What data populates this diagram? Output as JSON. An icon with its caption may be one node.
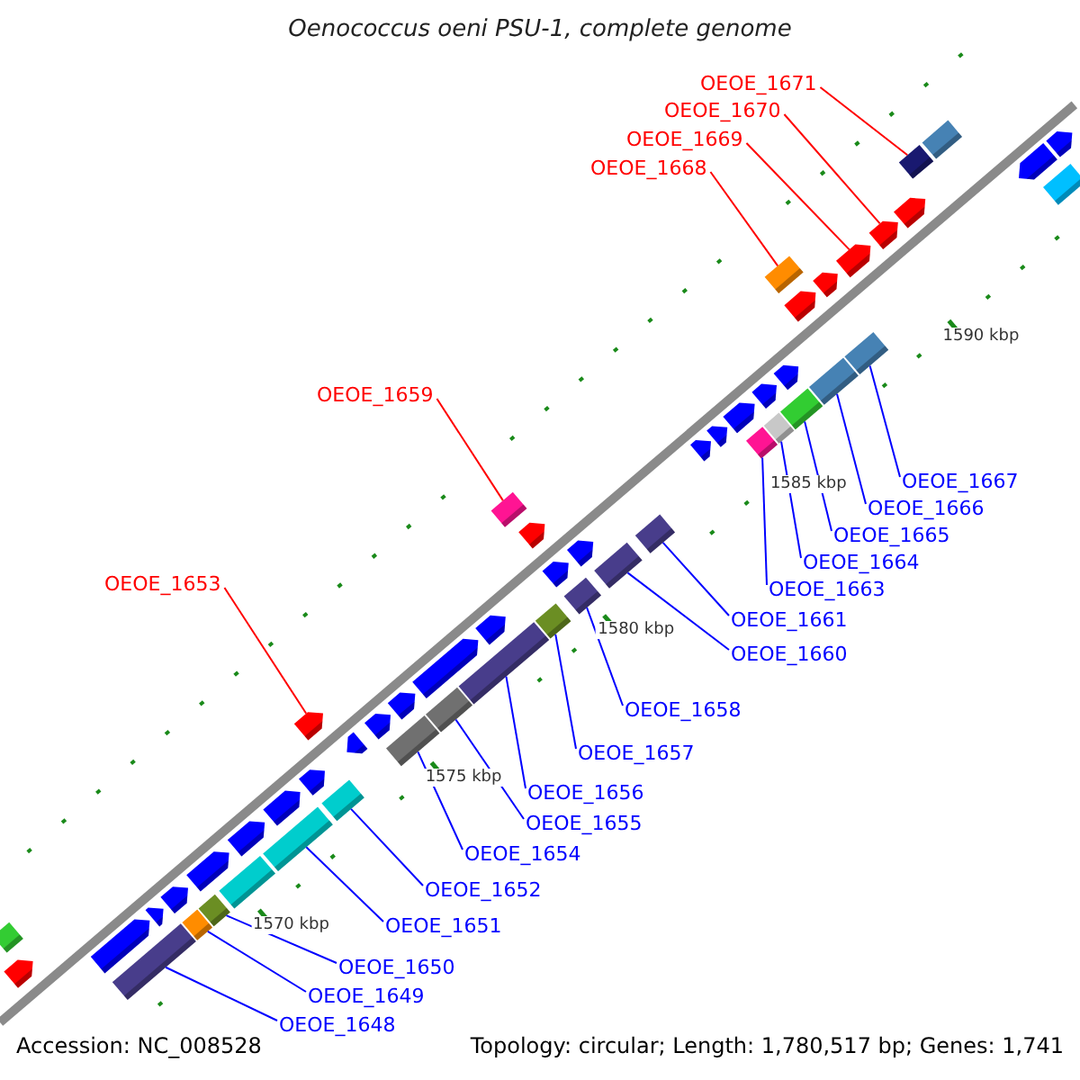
{
  "diagram": {
    "title": "Oenococcus oeni PSU-1, complete genome",
    "nodes": [
      {
        "text": [
          "OEOE_1648"
        ]
      },
      {
        "text": [
          "OEOE_1649"
        ]
      },
      {
        "text": [
          "OEOE_1650"
        ]
      },
      {
        "text": [
          "OEOE_1651"
        ]
      },
      {
        "text": [
          "OEOE_1652"
        ]
      },
      {
        "text": [
          "OEOE_1653"
        ]
      },
      {
        "text": [
          "OEOE_1654"
        ]
      },
      {
        "text": [
          "OEOE_1655"
        ]
      },
      {
        "text": [
          "OEOE_1656"
        ]
      },
      {
        "text": [
          "OEOE_1657"
        ]
      },
      {
        "text": [
          "OEOE_1658"
        ]
      },
      {
        "text": [
          "OEOE_1659"
        ]
      },
      {
        "text": [
          "OEOE_1660"
        ]
      },
      {
        "text": [
          "OEOE_1661"
        ]
      },
      {
        "text": [
          "OEOE_1663"
        ]
      },
      {
        "text": [
          "OEOE_1664"
        ]
      },
      {
        "text": [
          "OEOE_1665"
        ]
      },
      {
        "text": [
          "OEOE_1666"
        ]
      },
      {
        "text": [
          "OEOE_1667"
        ]
      },
      {
        "text": [
          "OEOE_1668"
        ]
      },
      {
        "text": [
          "OEOE_1669"
        ]
      },
      {
        "text": [
          "OEOE_1670"
        ]
      },
      {
        "text": [
          "OEOE_1671"
        ]
      },
      {
        "text": [],
        "shape": "arrow"
      },
      {
        "text": [],
        "shape": "bar"
      },
      {
        "text": [],
        "shape": "arrow"
      },
      {
        "text": [],
        "shape": "bar"
      },
      {
        "text": [],
        "shape": "arrow"
      },
      {
        "text": [],
        "shape": "bar"
      },
      {
        "text": [],
        "shape": "arrow"
      },
      {
        "text": [],
        "shape": "bar"
      },
      {
        "text": [],
        "shape": "arrow"
      },
      {
        "text": [],
        "shape": "bar"
      },
      {
        "text": [],
        "shape": "arrow"
      },
      {
        "text": [],
        "shape": "bar"
      },
      {
        "text": [],
        "shape": "arrow"
      },
      {
        "text": [],
        "shape": "arrow"
      },
      {
        "text": [],
        "shape": "bar"
      },
      {
        "text": [],
        "shape": "arrow"
      },
      {
        "text": [],
        "shape": "arrow"
      },
      {
        "text": [],
        "shape": "arrow"
      },
      {
        "text": [],
        "shape": "bar"
      },
      {
        "text": [],
        "shape": "arrow"
      },
      {
        "text": [],
        "shape": "bar"
      },
      {
        "text": [],
        "shape": "arrow"
      },
      {
        "text": [],
        "shape": "bar"
      },
      {
        "text": [],
        "shape": "arrow"
      },
      {
        "text": [],
        "shape": "bar"
      },
      {
        "text": [],
        "shape": "arrow"
      },
      {
        "text": [],
        "shape": "bar"
      },
      {
        "text": [],
        "shape": "bar"
      },
      {
        "text": [],
        "shape": "arrow"
      },
      {
        "text": [],
        "shape": "arrow"
      },
      {
        "text": [],
        "shape": "bar"
      },
      {
        "text": [],
        "shape": "bar"
      },
      {
        "text": [],
        "shape": "arrow"
      },
      {
        "text": [],
        "shape": "arrow"
      },
      {
        "text": [],
        "shape": "arrow"
      },
      {
        "text": [],
        "shape": "bar"
      },
      {
        "text": [],
        "shape": "bar"
      },
      {
        "text": [],
        "shape": "arrow"
      },
      {
        "text": [],
        "shape": "bar"
      },
      {
        "text": [],
        "shape": "arrow"
      },
      {
        "text": [],
        "shape": "bar"
      },
      {
        "text": [],
        "shape": "arrow"
      },
      {
        "text": [],
        "shape": "bar"
      },
      {
        "text": [],
        "shape": "bar"
      },
      {
        "text": [],
        "shape": "arrow"
      },
      {
        "text": [],
        "shape": "arrow"
      },
      {
        "text": [],
        "shape": "arrow"
      },
      {
        "text": [],
        "shape": "arrow"
      },
      {
        "text": [],
        "shape": "bar"
      },
      {
        "text": [],
        "shape": "bar"
      },
      {
        "text": [],
        "shape": "arrow"
      },
      {
        "text": [],
        "shape": "bar"
      },
      {
        "text": [],
        "shape": "arrow"
      }
    ],
    "edges": [
      {
        "from": 0,
        "to": 26,
        "arrow": "none"
      },
      {
        "from": 1,
        "to": 28,
        "arrow": "none"
      },
      {
        "from": 2,
        "to": 30,
        "arrow": "none"
      },
      {
        "from": 3,
        "to": 34,
        "arrow": "none"
      },
      {
        "from": 4,
        "to": 37,
        "arrow": "none"
      },
      {
        "from": 5,
        "to": 38,
        "arrow": "none",
        "color": "#ff0000"
      },
      {
        "from": 6,
        "to": 41,
        "arrow": "none"
      },
      {
        "from": 7,
        "to": 43,
        "arrow": "none"
      },
      {
        "from": 8,
        "to": 45,
        "arrow": "none"
      },
      {
        "from": 9,
        "to": 47,
        "arrow": "none"
      },
      {
        "from": 10,
        "to": 49,
        "arrow": "none"
      },
      {
        "from": 11,
        "to": 50,
        "arrow": "none",
        "color": "#ff0000"
      },
      {
        "from": 12,
        "to": 53,
        "arrow": "none"
      },
      {
        "from": 13,
        "to": 54,
        "arrow": "none"
      },
      {
        "from": 14,
        "to": 58,
        "arrow": "none"
      },
      {
        "from": 15,
        "to": 59,
        "arrow": "none"
      },
      {
        "from": 16,
        "to": 61,
        "arrow": "none"
      },
      {
        "from": 17,
        "to": 63,
        "arrow": "none"
      },
      {
        "from": 18,
        "to": 66,
        "arrow": "none"
      },
      {
        "from": 19,
        "to": 65,
        "arrow": "none",
        "color": "#ff0000"
      },
      {
        "from": 20,
        "to": 68,
        "arrow": "none",
        "color": "#ff0000"
      },
      {
        "from": 21,
        "to": 69,
        "arrow": "none",
        "color": "#ff0000"
      },
      {
        "from": 22,
        "to": 71,
        "arrow": "none",
        "color": "#ff0000"
      }
    ],
    "labels": [
      "1590 kbp",
      "1585 kbp",
      "1580 kbp",
      "1575 kbp",
      "1570 kbp",
      "Accession: NC_008528",
      "Topology: circular; Length: 1,780,517 bp; Genes: 1,741"
    ]
  }
}
